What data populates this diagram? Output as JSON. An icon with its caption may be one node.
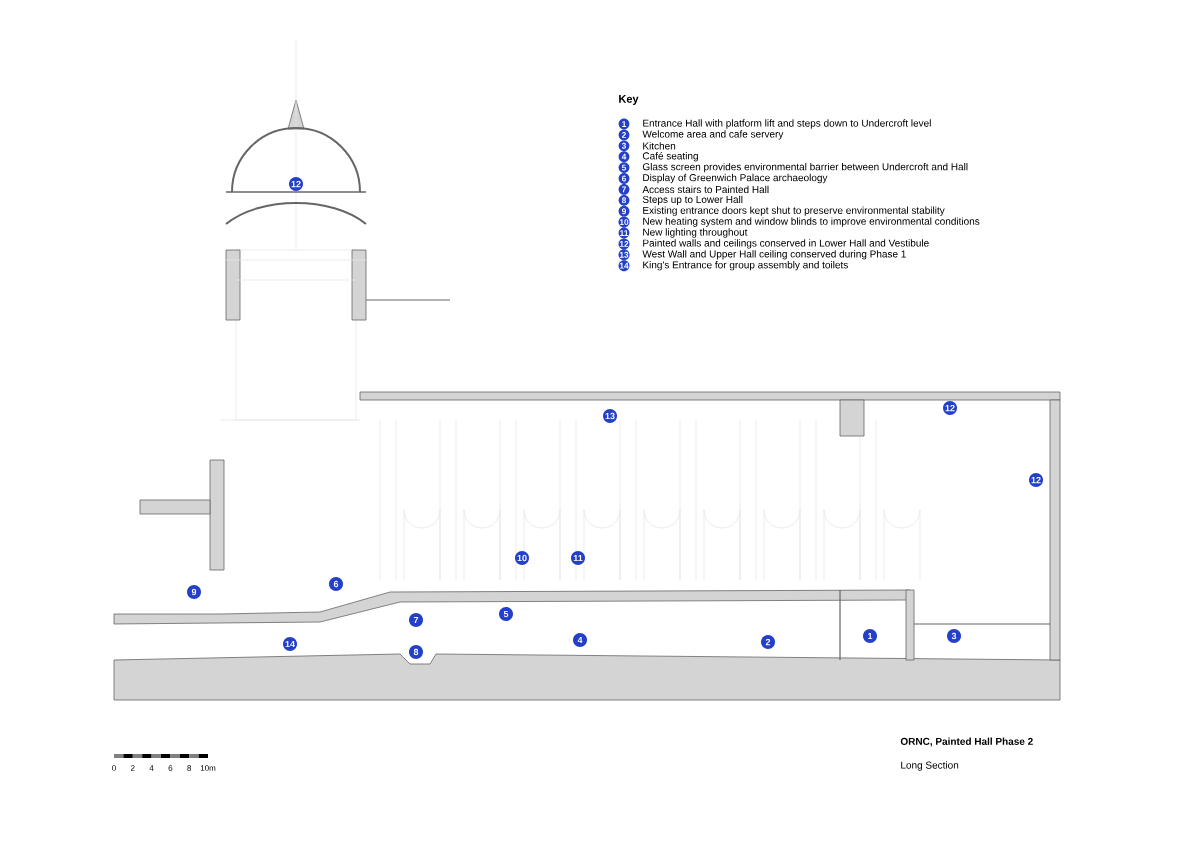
{
  "diagram": {
    "labels": [
      "Key",
      "1",
      "Entrance Hall with platform lift and steps down to Undercroft level",
      "2",
      "Welcome area and cafe servery",
      "3",
      "Kitchen",
      "4",
      "Café seating",
      "5",
      "Glass screen provides environmental barrier between Undercroft and Hall",
      "6",
      "Display of Greenwich Palace archaeology",
      "7",
      "Access stairs to Painted Hall",
      "8",
      "Steps up to Lower Hall",
      "9",
      "Existing entrance doors kept shut to preserve environmental stability",
      "10",
      "New heating system and window blinds to improve environmental conditions",
      "11",
      "New lighting throughout",
      "12",
      "Painted walls and ceilings conserved in Lower Hall and Vestibule",
      "13",
      "West Wall and Upper Hall ceiling conserved during Phase 1",
      "14",
      "King's Entrance for group assembly and toilets",
      "12",
      "13",
      "12",
      "12",
      "10",
      "11",
      "9",
      "6",
      "7",
      "5",
      "14",
      "4",
      "2",
      "1",
      "3",
      "8",
      "0",
      "2",
      "4",
      "6",
      "8",
      "10m",
      "ORNC, Painted Hall Phase 2",
      "Long Section"
    ]
  }
}
